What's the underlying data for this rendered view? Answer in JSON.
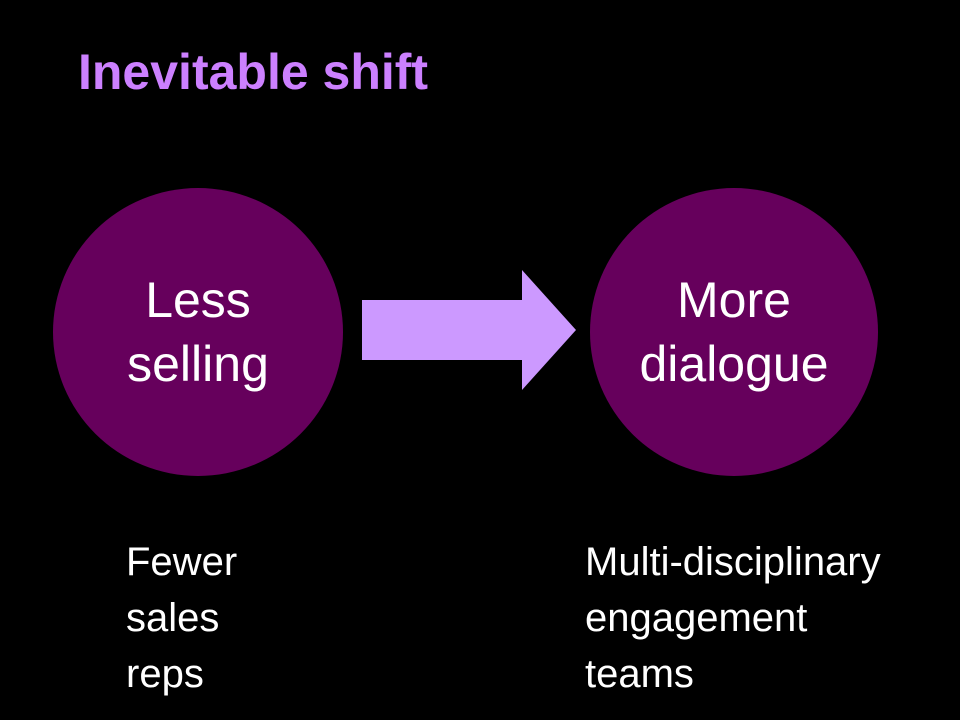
{
  "slide": {
    "title": "Inevitable shift",
    "left": {
      "label": "Less\nselling",
      "note": "Fewer\nsales\nreps"
    },
    "right": {
      "label": "More\ndialogue",
      "note": "Multi-disciplinary\nengagement\nteams"
    }
  },
  "colors": {
    "background": "#000000",
    "title": "#CC80FF",
    "circle_fill": "#66005C",
    "arrow_fill": "#CC99FF",
    "text": "#FFFFFF"
  },
  "icons": {
    "arrow": "right-arrow-icon"
  }
}
